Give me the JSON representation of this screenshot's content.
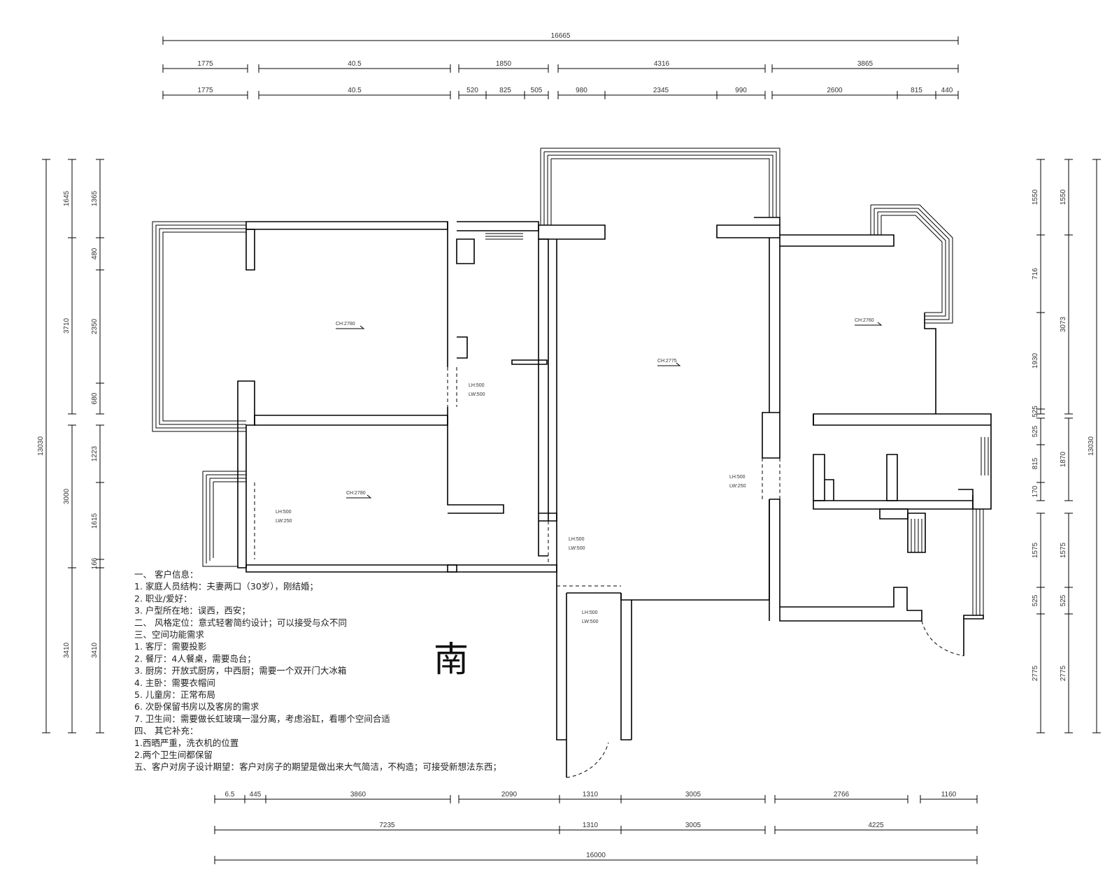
{
  "dimensions": {
    "top_total": "16665",
    "top_row1": [
      "1775",
      "40.5",
      "1850",
      "4316",
      "3865"
    ],
    "top_row2": [
      "1775",
      "40.5",
      "520",
      "825",
      "505",
      "980",
      "2345",
      "990",
      "2600",
      "815",
      "440"
    ],
    "bottom_row1": [
      "6.5",
      "445",
      "3860",
      "2090",
      "1310",
      "3005",
      "2766",
      "1160"
    ],
    "bottom_row2": [
      "7235",
      "1310",
      "3005",
      "4225"
    ],
    "bottom_total": "16000",
    "left_outer": [
      "1645",
      "3710",
      "3000",
      "3410"
    ],
    "left_inner": [
      "1365",
      "480",
      "2350",
      "680",
      "1223",
      "1615",
      "166",
      "3410"
    ],
    "left_total": "13030",
    "right_inner": [
      "1550",
      "716",
      "1930",
      "525",
      "815",
      "170",
      "1575",
      "525",
      "2775"
    ],
    "right_outer": [
      "1550",
      "3073",
      "1870",
      "1575",
      "525",
      "2775"
    ],
    "right_total": "13030"
  },
  "room_labels": {
    "master_bedroom": "CH:2780",
    "second_bedroom": "CH:2780",
    "living_room": "CH:2775",
    "kitchen": "CH:2760",
    "door_a": [
      "LH:500",
      "LW:500"
    ],
    "door_b": [
      "LH:500",
      "LW:250"
    ],
    "door_c": [
      "LH:500",
      "LW:500"
    ],
    "door_d": [
      "LH:500",
      "LW:250"
    ],
    "door_e": [
      "LH:500",
      "LW:500"
    ]
  },
  "compass": "南",
  "notes": [
    "一、    客户信息：",
    "1.    家庭人员结构：夫妻两口（30岁），刚结婚；",
    "2.    职业/爱好：",
    "3.    户型所在地：误西，西安；",
    "二、    风格定位：意式轻奢简约设计；可以接受与众不同",
    "三、空间功能需求",
    "1.       客厅：需要投影",
    "2.    餐厅：4人餐桌，需要岛台；",
    "3.    厨房：开放式厨房，中西厨；需要一个双开门大冰箱",
    "4.    主卧：需要衣帽间",
    "5.    儿童房：正常布局",
    "6.    次卧保留书房以及客房的需求",
    "7.    卫生间：需要做长虹玻璃一湿分离，考虑浴缸，看哪个空间合适",
    "四、    其它补充：",
    "1.西晒严重，洗衣机的位置",
    "2.两个卫生间都保留",
    "五、客户对房子设计期望：客户对房子的期望是做出来大气简洁，不构造；可接受新想法东西；"
  ]
}
